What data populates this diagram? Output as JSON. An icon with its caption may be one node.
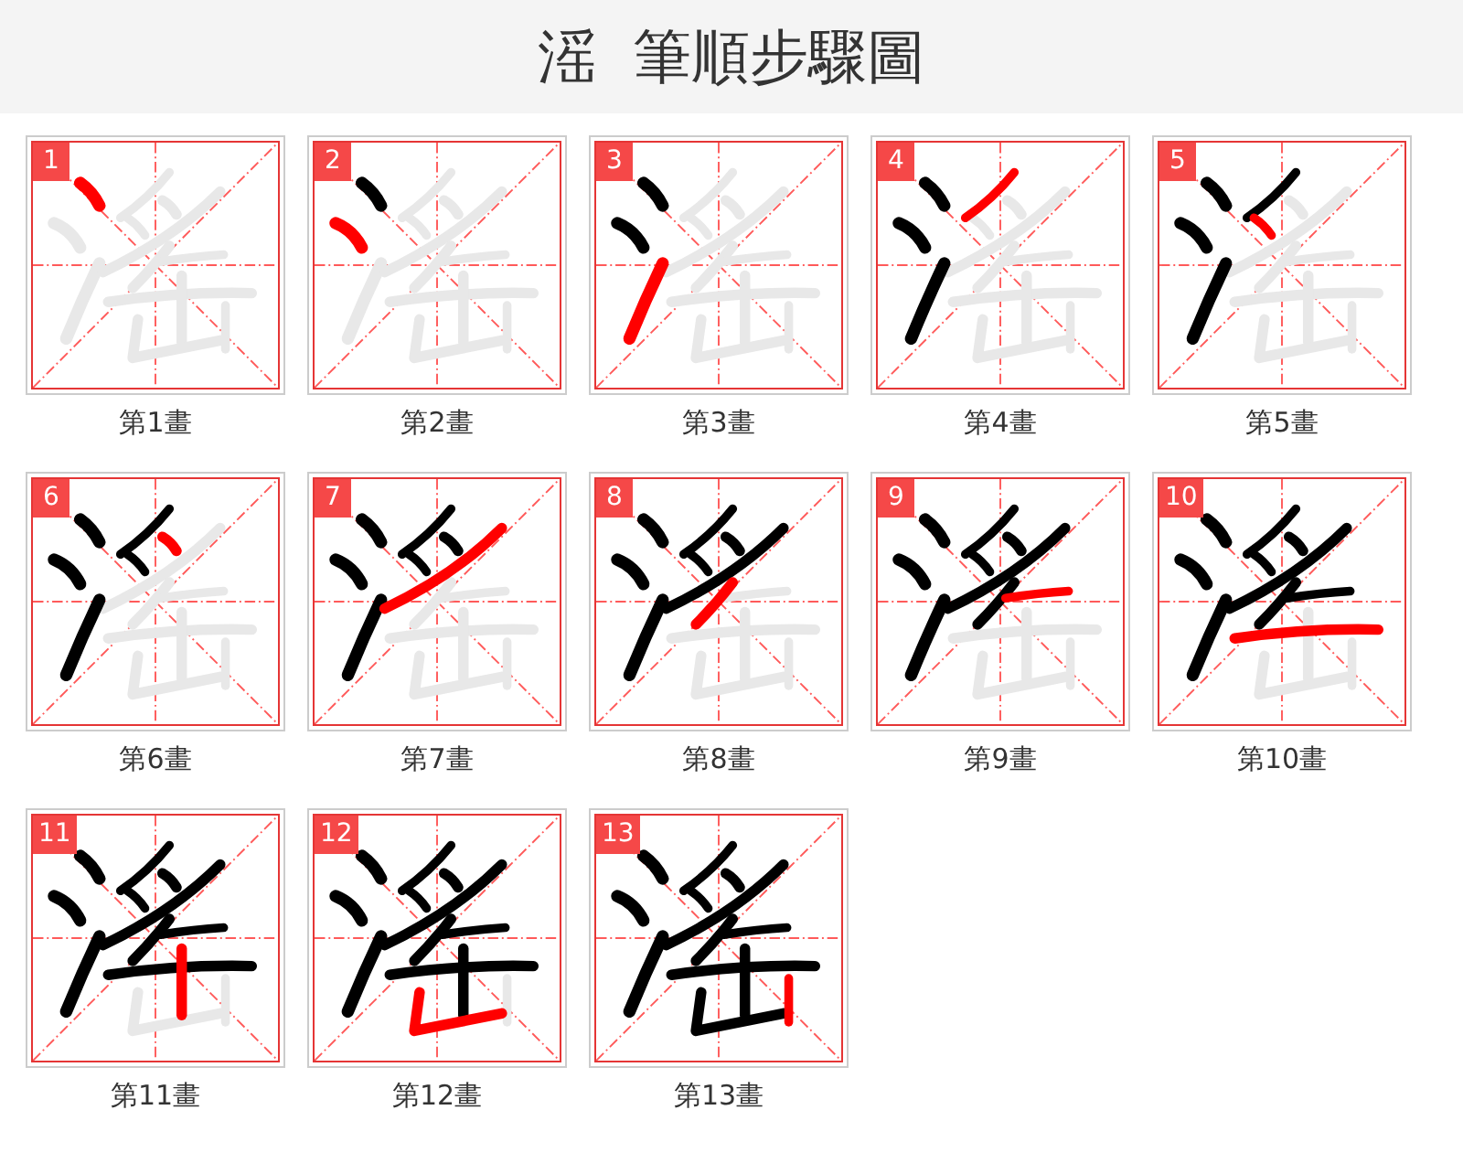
{
  "diagram": {
    "title": "滛 筆順步驟圖",
    "nodes": [
      {
        "text": [
          "1"
        ],
        "beside": [
          "第1畫"
        ]
      },
      {
        "text": [
          "2"
        ],
        "beside": [
          "第2畫"
        ]
      },
      {
        "text": [
          "3"
        ],
        "beside": [
          "第3畫"
        ]
      },
      {
        "text": [
          "4"
        ],
        "beside": [
          "第4畫"
        ]
      },
      {
        "text": [
          "5"
        ],
        "beside": [
          "第5畫"
        ]
      },
      {
        "text": [
          "6"
        ],
        "beside": [
          "第6畫"
        ]
      },
      {
        "text": [
          "7"
        ],
        "beside": [
          "第7畫"
        ]
      },
      {
        "text": [
          "8"
        ],
        "beside": [
          "第8畫"
        ]
      },
      {
        "text": [
          "9"
        ],
        "beside": [
          "第9畫"
        ]
      },
      {
        "text": [
          "10"
        ],
        "beside": [
          "第10畫"
        ]
      },
      {
        "text": [
          "11"
        ],
        "beside": [
          "第11畫"
        ]
      },
      {
        "text": [
          "12"
        ],
        "beside": [
          "第12畫"
        ]
      },
      {
        "text": [
          "13"
        ],
        "beside": [
          "第13畫"
        ]
      }
    ]
  }
}
